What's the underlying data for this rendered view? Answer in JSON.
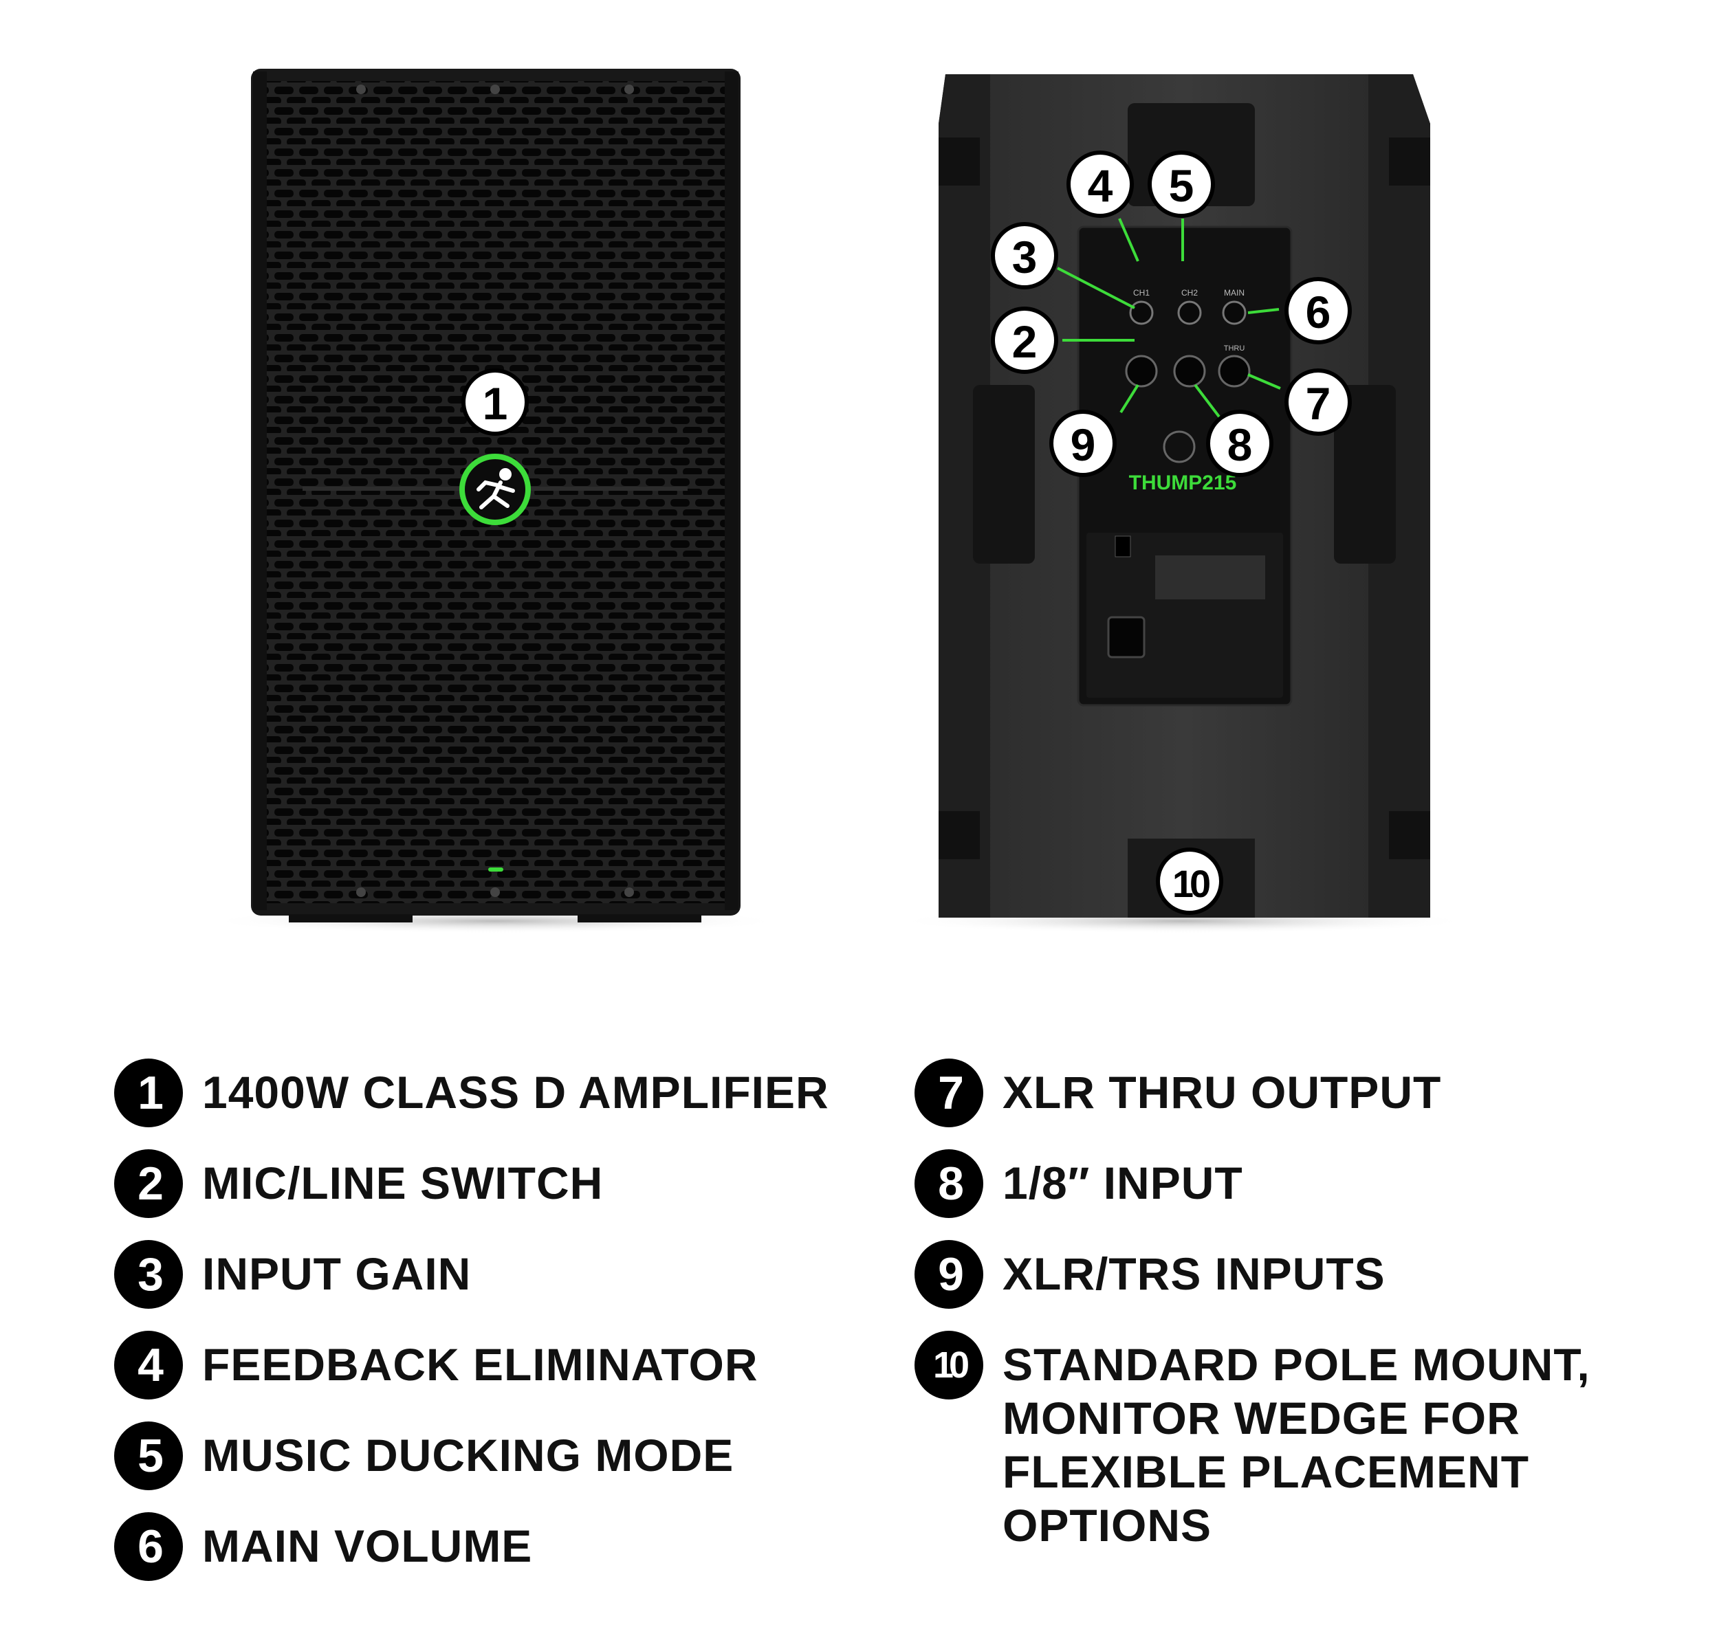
{
  "callouts": [
    {
      "number": "1",
      "text": "1400W CLASS D AMPLIFIER"
    },
    {
      "number": "2",
      "text": "MIC/LINE SWITCH"
    },
    {
      "number": "3",
      "text": "INPUT GAIN"
    },
    {
      "number": "4",
      "text": "FEEDBACK ELIMINATOR"
    },
    {
      "number": "5",
      "text": "MUSIC DUCKING MODE"
    },
    {
      "number": "6",
      "text": "MAIN VOLUME"
    },
    {
      "number": "7",
      "text": "XLR THRU OUTPUT"
    },
    {
      "number": "8",
      "text": "1/8″ INPUT"
    },
    {
      "number": "9",
      "text": "XLR/TRS INPUTS"
    },
    {
      "number": "10",
      "text": "STANDARD POLE MOUNT,\nMONITOR WEDGE FOR\nFLEXIBLE PLACEMENT\nOPTIONS"
    }
  ],
  "rear_panel": {
    "brand_logo": "THUMP215",
    "ch1": "CH1",
    "ch2": "CH2",
    "main": "MAIN",
    "thru": "THRU"
  },
  "colors": {
    "accent_green": "#3ddc3a",
    "cabinet": "#1e1e1e",
    "badge": "#000000"
  }
}
